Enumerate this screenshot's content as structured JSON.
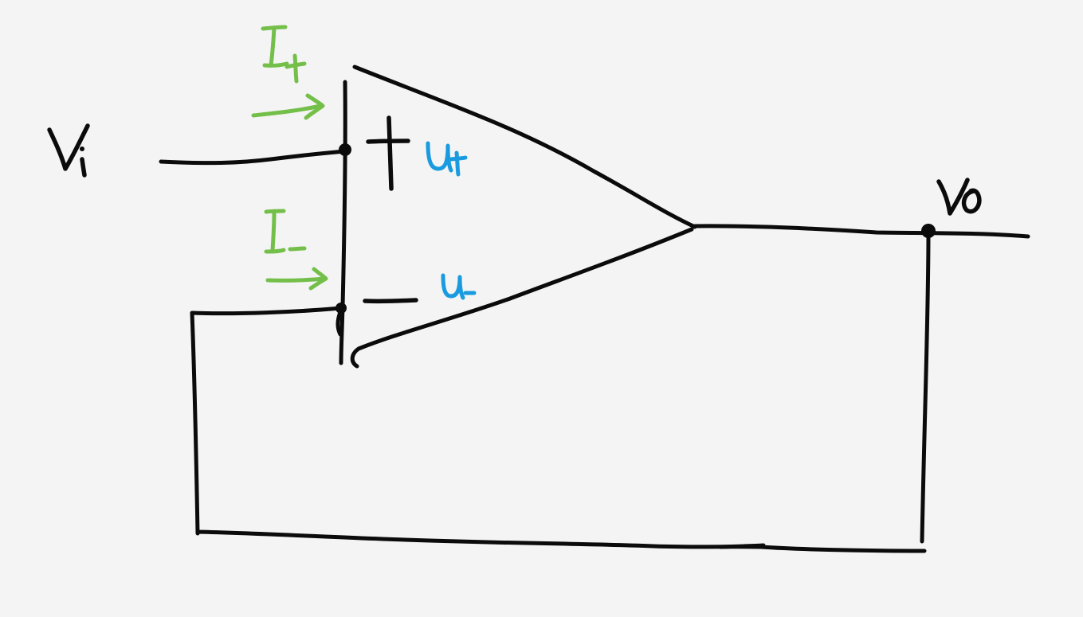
{
  "diagram": {
    "labels": {
      "input_voltage": "Vi",
      "output_voltage": "Vo",
      "noninverting_sign": "+",
      "inverting_sign": "-",
      "noninverting_node": "u+",
      "inverting_node": "u-",
      "noninverting_current": "I+",
      "inverting_current": "I-"
    },
    "colors": {
      "ink": "#0b0b0b",
      "current_labels": "#74bf4a",
      "node_labels": "#1a9be0",
      "background": "#f4f4f4"
    }
  }
}
